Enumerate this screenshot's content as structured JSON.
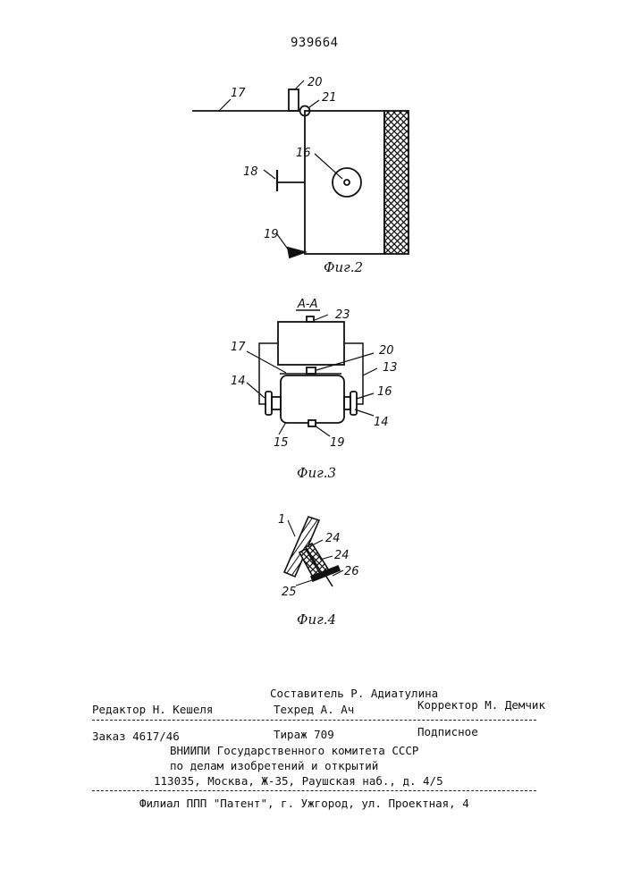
{
  "page_number": "939664",
  "fig2": {
    "caption": "Фиг.2",
    "labels": {
      "l17": "17",
      "l20": "20",
      "l21": "21",
      "l16": "16",
      "l18": "18",
      "l19": "19"
    }
  },
  "fig3": {
    "caption": "Фиг.3",
    "section": "А-А",
    "labels": {
      "l23": "23",
      "l17": "17",
      "l20": "20",
      "l13": "13",
      "l14a": "14",
      "l16": "16",
      "l14b": "14",
      "l15": "15",
      "l19": "19"
    }
  },
  "fig4": {
    "caption": "Фиг.4",
    "labels": {
      "l1": "1",
      "l24a": "24",
      "l24b": "24",
      "l26": "26",
      "l25": "25"
    }
  },
  "imprint": {
    "composer": "Составитель Р. Адиатулина",
    "editor": "Редактор Н. Кешеля",
    "techred": "Техред А. Ач",
    "corrector": "Корректор М. Демчик",
    "order": "Заказ 4617/46",
    "print_run": "Тираж 709",
    "subscription": "Подписное",
    "org1": "ВНИИПИ Государственного комитета СССР",
    "org2": "по делам изобретений и открытий",
    "address": "113035, Москва, Ж-35, Раушская наб., д. 4/5",
    "branch": "Филиал ППП \"Патент\", г. Ужгород, ул. Проектная, 4"
  }
}
